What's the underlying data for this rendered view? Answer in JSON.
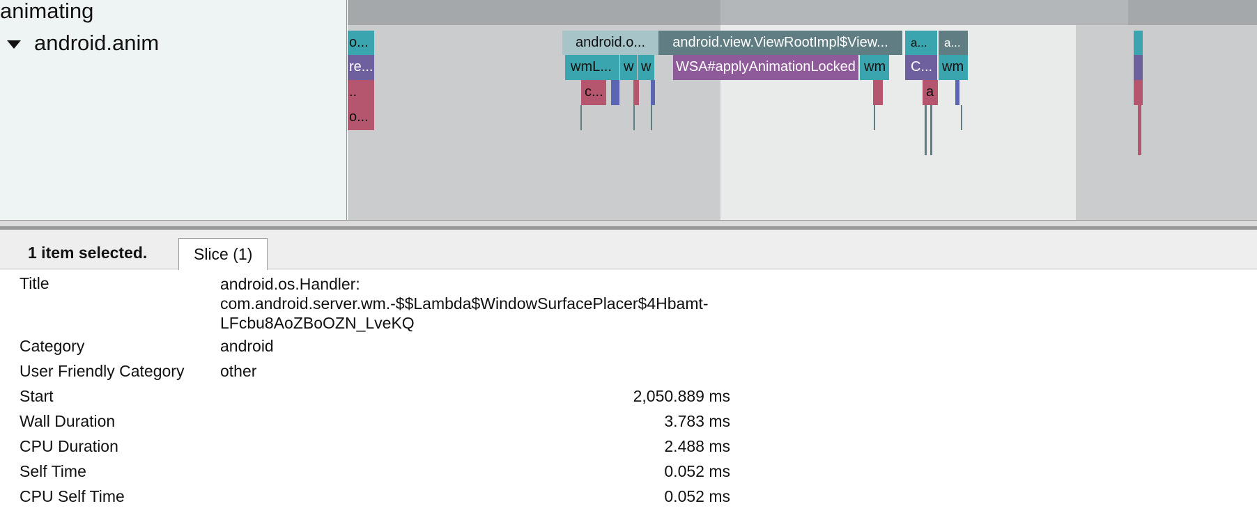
{
  "track": {
    "title": "animating",
    "process": "android.anim",
    "slices": {
      "left_1": "o...",
      "left_2": "re...",
      "left_3": "..",
      "left_4": "o...",
      "handler": "android.o...",
      "view_root": "android.view.ViewRootImpl$View...",
      "a1": "a...",
      "a2": "a...",
      "wml": "wmL...",
      "w1": "w",
      "w2": "w",
      "wsa": "WSA#applyAnimationLocked",
      "wm1": "wm",
      "c1": "C...",
      "wm2": "wm",
      "c2": "c...",
      "a3": "a"
    }
  },
  "panel": {
    "selection_status": "1 item selected.",
    "tab_label": "Slice (1)"
  },
  "details": {
    "title_label": "Title",
    "title_lines": [
      "android.os.Handler:",
      "com.android.server.wm.-$$Lambda$WindowSurfacePlacer$4Hbamt-",
      "LFcbu8AoZBoOZN_LveKQ"
    ],
    "category_label": "Category",
    "category_value": "android",
    "ufc_label": "User Friendly Category",
    "ufc_value": "other",
    "start_label": "Start",
    "start_value": "2,050.889 ms",
    "wall_label": "Wall Duration",
    "wall_value": "3.783 ms",
    "cpu_label": "CPU Duration",
    "cpu_value": "2.488 ms",
    "self_label": "Self Time",
    "self_value": "0.052 ms",
    "cpu_self_label": "CPU Self Time",
    "cpu_self_value": "0.052 ms"
  },
  "colors": {
    "handler_slice": "#a7c4c9",
    "view_root_slice": "#5f7d82",
    "wsa_slice": "#8e5a99",
    "teal_slice": "#3aa5ae",
    "crimson_slice": "#b5566e",
    "indigo_slice": "#6e5f9e",
    "time_shade": "#e9eaea"
  }
}
